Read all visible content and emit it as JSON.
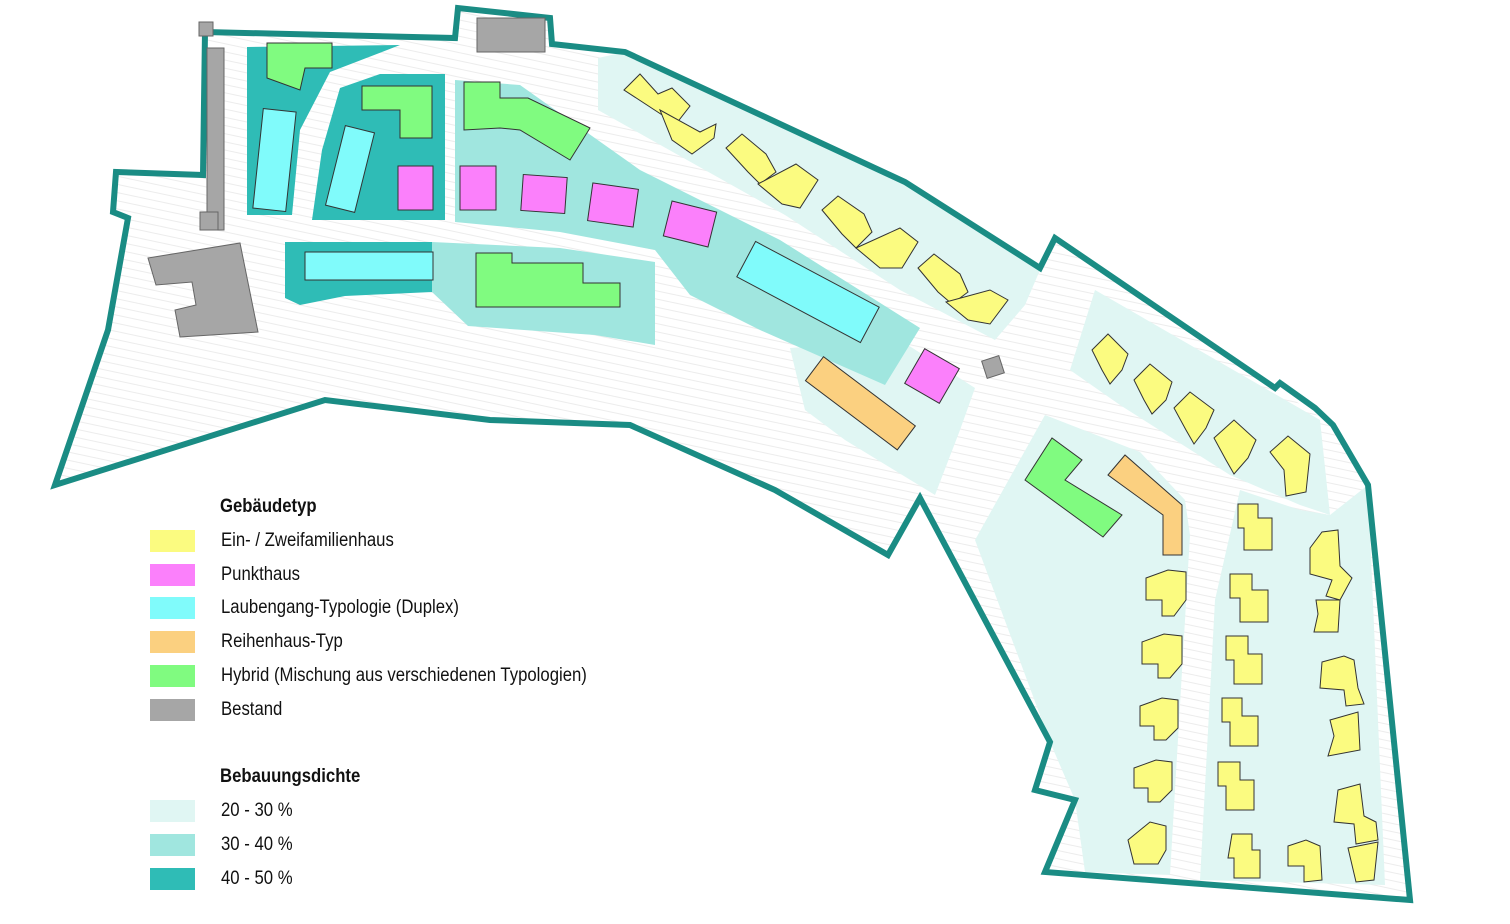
{
  "colors": {
    "boundary": "#1a8c84",
    "density_low": "#e0f6f3",
    "density_mid": "#a0e6df",
    "density_high": "#2fbcb6",
    "single_family": "#fbfb80",
    "point_house": "#fb80fb",
    "gallery": "#80fbfb",
    "row_house": "#fbd080",
    "hybrid": "#80fb80",
    "existing": "#a6a6a6"
  },
  "legend": {
    "building_type_title": "Gebäudetyp",
    "building_types": [
      {
        "label": "Ein- / Zweifamilienhaus",
        "color": "#fbfb80"
      },
      {
        "label": "Punkthaus",
        "color": "#fb80fb"
      },
      {
        "label": "Laubengang-Typologie (Duplex)",
        "color": "#80fbfb"
      },
      {
        "label": "Reihenhaus-Typ",
        "color": "#fbd080"
      },
      {
        "label": "Hybrid (Mischung aus verschiedenen Typologien)",
        "color": "#80fb80"
      },
      {
        "label": "Bestand",
        "color": "#a6a6a6"
      }
    ],
    "density_title": "Bebauungsdichte",
    "densities": [
      {
        "label": "20 - 30 %",
        "color": "#e0f6f3"
      },
      {
        "label": "30 - 40 %",
        "color": "#a0e6df"
      },
      {
        "label": "40 - 50 %",
        "color": "#2fbcb6"
      }
    ]
  }
}
